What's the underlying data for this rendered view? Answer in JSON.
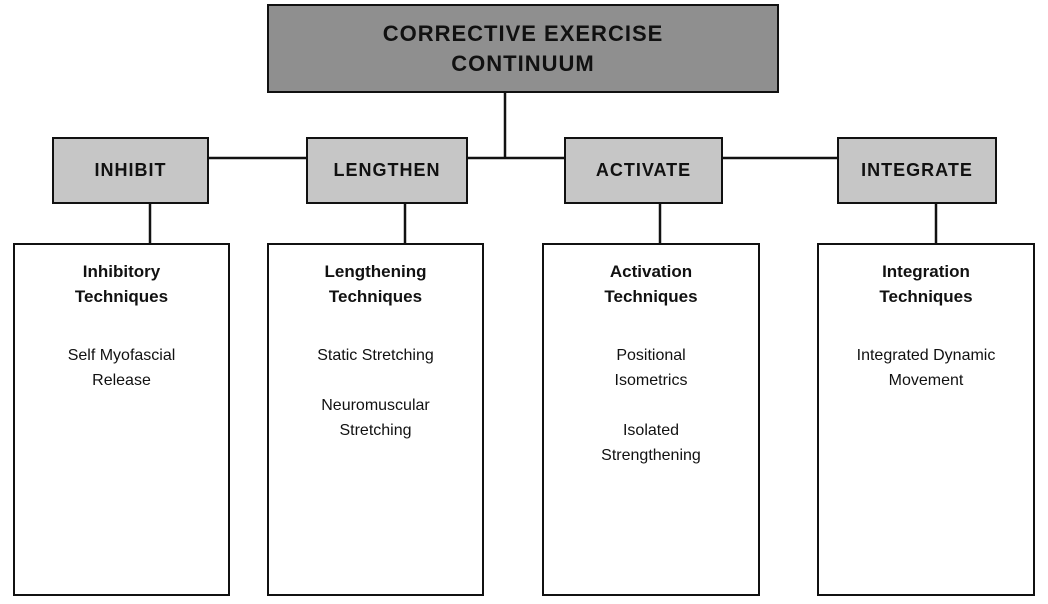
{
  "title": {
    "line1": "Corrective Exercise",
    "line2": "Continuum"
  },
  "phases": [
    {
      "label": "Inhibit",
      "technique_title": [
        "Inhibitory",
        "Techniques"
      ],
      "items": [
        [
          "Self Myofascial",
          "Release"
        ]
      ]
    },
    {
      "label": "Lengthen",
      "technique_title": [
        "Lengthening",
        "Techniques"
      ],
      "items": [
        [
          "Static Stretching"
        ],
        [
          "Neuromuscular",
          "Stretching"
        ]
      ]
    },
    {
      "label": "Activate",
      "technique_title": [
        "Activation",
        "Techniques"
      ],
      "items": [
        [
          "Positional",
          "Isometrics"
        ],
        [
          "Isolated",
          "Strengthening"
        ]
      ]
    },
    {
      "label": "Integrate",
      "technique_title": [
        "Integration",
        "Techniques"
      ],
      "items": [
        [
          "Integrated Dynamic",
          "Movement"
        ]
      ]
    }
  ],
  "colors": {
    "root_fill": "#8f8f8f",
    "phase_fill": "#c6c6c6",
    "line": "#111111"
  }
}
